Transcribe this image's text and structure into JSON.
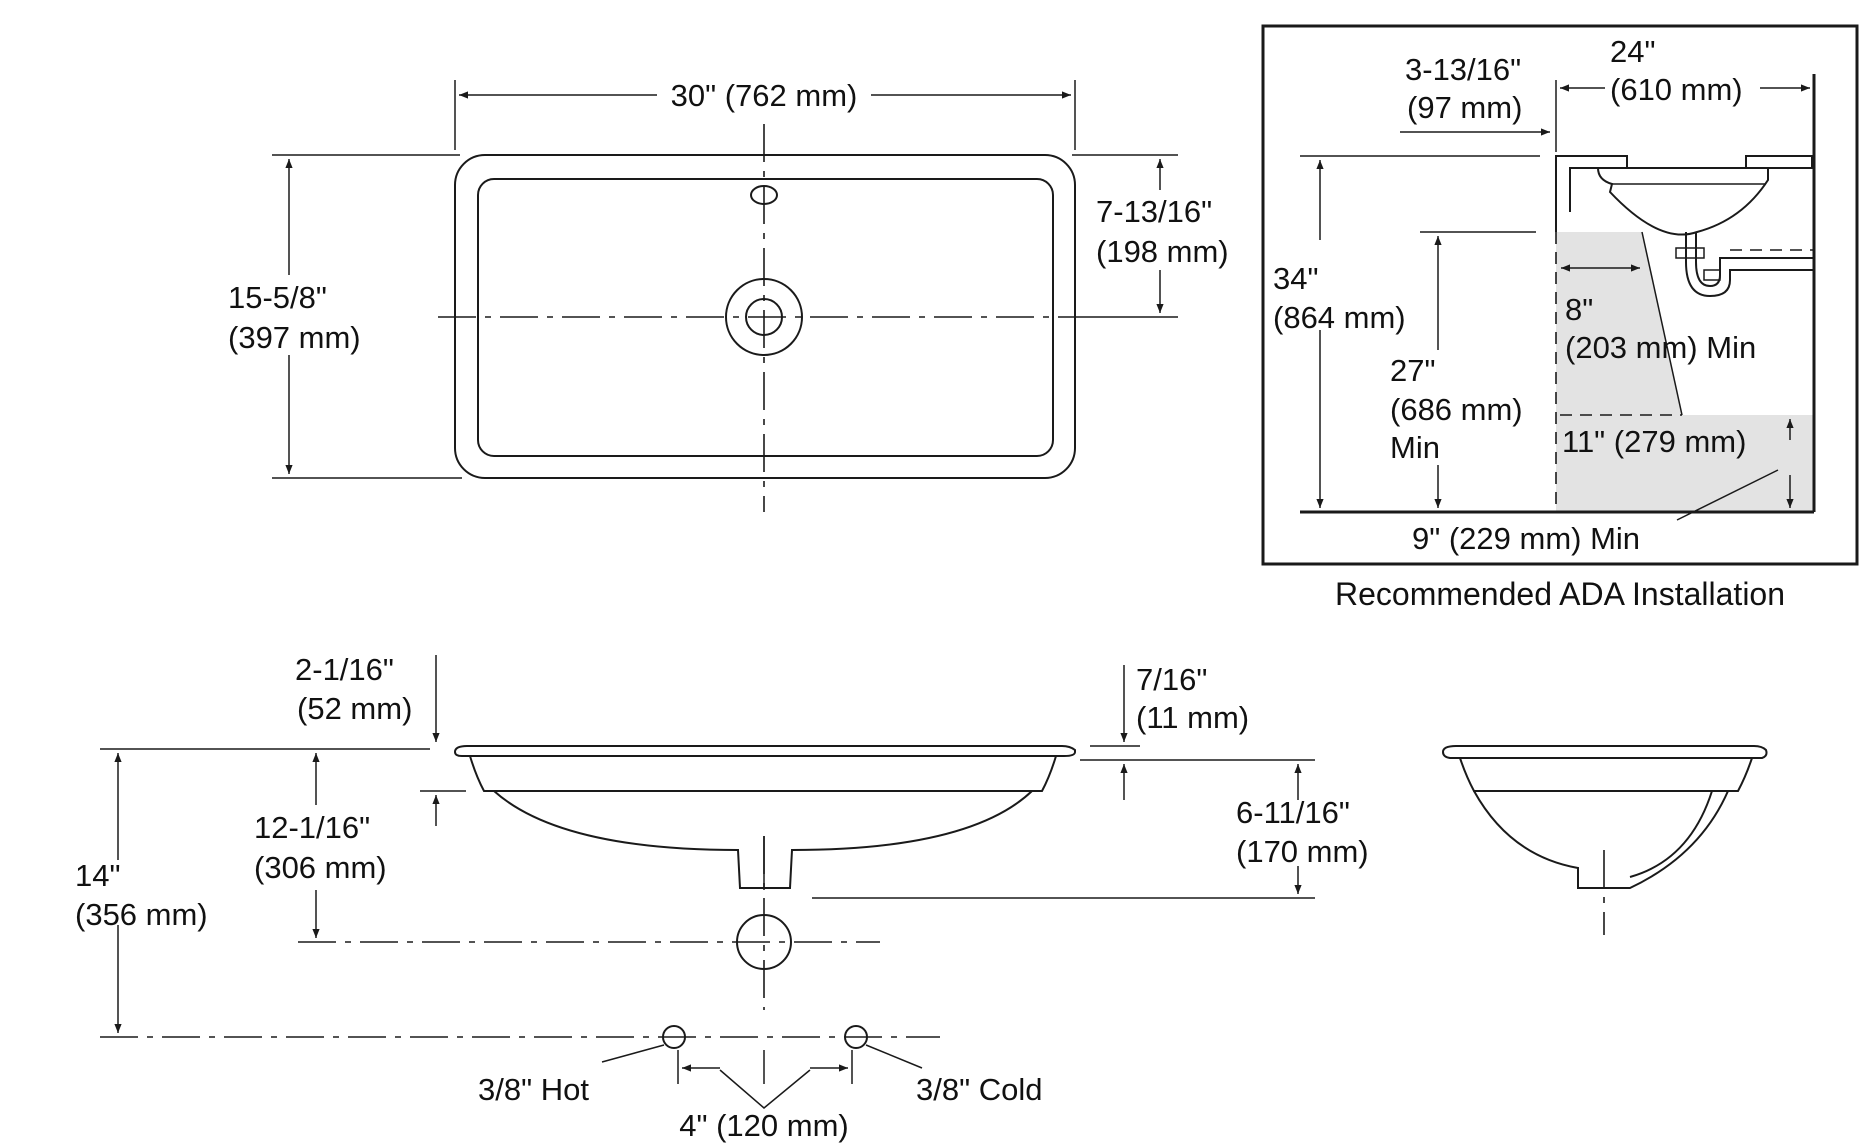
{
  "top_view": {
    "width_label": "30\" (762 mm)",
    "depth_label_1": "15-5/8\"",
    "depth_label_2": "(397 mm)",
    "drain_offset_label_1": "7-13/16\"",
    "drain_offset_label_2": "(198 mm)"
  },
  "ada_installation": {
    "caption": "Recommended ADA Installation",
    "wall_offset_label_1": "3-13/16\"",
    "wall_offset_label_2": "(97 mm)",
    "width_label_1": "24\"",
    "width_label_2": "(610 mm)",
    "counter_height_label_1": "34\"",
    "counter_height_label_2": "(864 mm)",
    "knee_clearance_label_1": "27\"",
    "knee_clearance_label_2": "(686 mm)",
    "knee_clearance_label_3": "Min",
    "knee_depth_label_1": "8\"",
    "knee_depth_label_2": "(203 mm) Min",
    "toe_depth_label": "11\" (279 mm)",
    "toe_height_label": "9\" (229 mm) Min"
  },
  "front_view": {
    "rim_to_overflow_label_1": "2-1/16\"",
    "rim_to_overflow_label_2": "(52 mm)",
    "rim_thickness_label_1": "7/16\"",
    "rim_thickness_label_2": "(11 mm)",
    "rim_to_trap_label_1": "12-1/16\"",
    "rim_to_trap_label_2": "(306 mm)",
    "bowl_depth_label_1": "6-11/16\"",
    "bowl_depth_label_2": "(170 mm)",
    "rim_to_supply_label_1": "14\"",
    "rim_to_supply_label_2": "(356 mm)",
    "hot_supply_label": "3/8\" Hot",
    "cold_supply_label": "3/8\" Cold",
    "supply_spacing_label": "4\" (120 mm)"
  }
}
